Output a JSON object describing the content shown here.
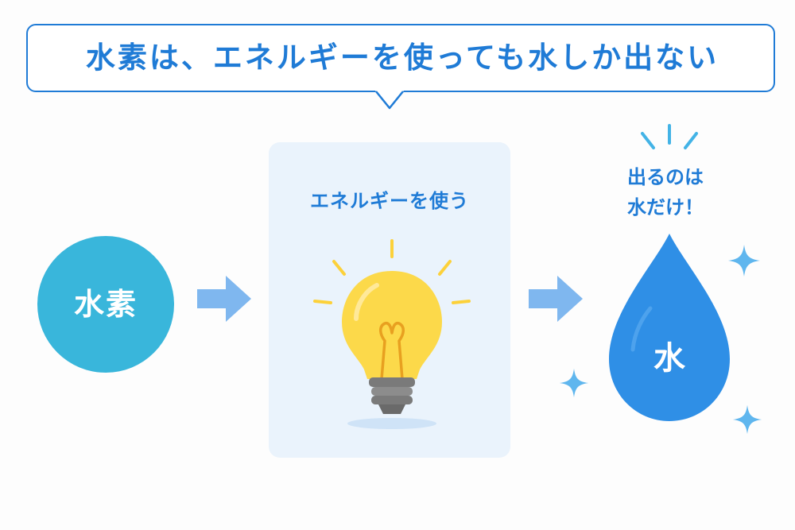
{
  "title": "水素は、エネルギーを使っても水しか出ない",
  "steps": {
    "hydrogen": {
      "label": "水素"
    },
    "energy": {
      "label": "エネルギーを使う",
      "icon": "lightbulb-icon"
    },
    "water": {
      "caption_line1": "出るのは",
      "caption_line2": "水だけ！",
      "label": "水",
      "icon": "water-drop-icon"
    }
  },
  "colors": {
    "accent_blue": "#1f7bd6",
    "hydrogen_circle": "#39b6db",
    "arrow": "#7fb7ef",
    "panel_bg": "#eaf3fc",
    "bulb_yellow": "#fcd94a",
    "drop_blue": "#2f8fe6",
    "sparkle": "#5fb6ee"
  }
}
